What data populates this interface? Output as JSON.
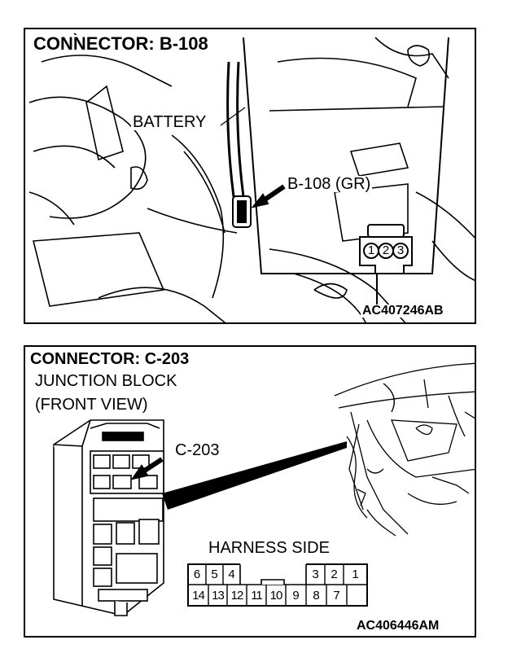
{
  "top_panel": {
    "title": "CONNECTOR: B-108",
    "battery_label": "BATTERY",
    "connector_label": "B-108 (GR)",
    "pins": [
      "1",
      "2",
      "3"
    ],
    "figure_code": "AC407246AB"
  },
  "bottom_panel": {
    "title": "CONNECTOR: C-203",
    "subtitle_line1": "JUNCTION BLOCK",
    "subtitle_line2": "(FRONT VIEW)",
    "connector_label": "C-203",
    "harness_label": "HARNESS SIDE",
    "pins_top": [
      "6",
      "5",
      "4",
      "3",
      "2",
      "1"
    ],
    "pins_bottom": [
      "14",
      "13",
      "12",
      "11",
      "10",
      "9",
      "8",
      "7"
    ],
    "figure_code": "AC406446AM"
  }
}
